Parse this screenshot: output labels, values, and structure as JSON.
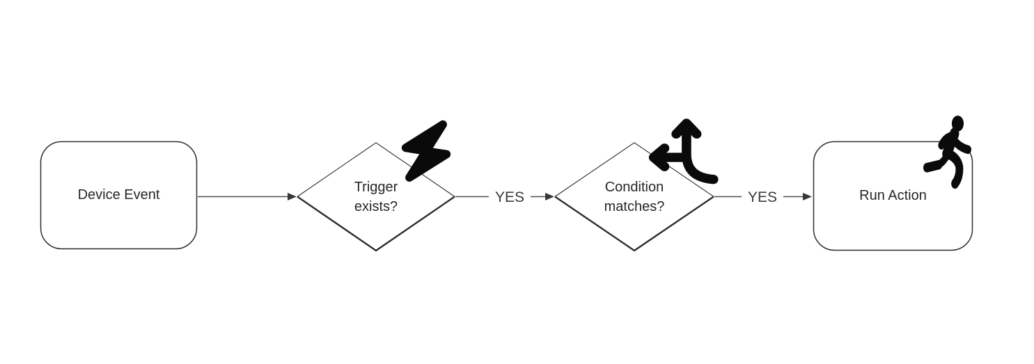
{
  "diagram": {
    "type": "flowchart",
    "direction": "left-to-right",
    "nodes": [
      {
        "id": "device-event",
        "shape": "rounded-rect",
        "label": "Device Event",
        "icon": null
      },
      {
        "id": "trigger-exists",
        "shape": "decision-diamond",
        "label": "Trigger exists?",
        "icon": "bolt-icon"
      },
      {
        "id": "condition-matches",
        "shape": "decision-diamond",
        "label": "Condition matches?",
        "icon": "split-arrows-icon"
      },
      {
        "id": "run-action",
        "shape": "rounded-rect",
        "label": "Run Action",
        "icon": "person-running-icon"
      }
    ],
    "edges": [
      {
        "from": "device-event",
        "to": "trigger-exists",
        "label": ""
      },
      {
        "from": "trigger-exists",
        "to": "condition-matches",
        "label": "YES"
      },
      {
        "from": "condition-matches",
        "to": "run-action",
        "label": "YES"
      }
    ],
    "colors": {
      "background": "#ffffff",
      "shape_stroke": "#2d2d2d",
      "shape_fill": "#ffffff",
      "text": "#262626",
      "edge_label_text": "#3a3a3a",
      "arrow_line": "#4d4d4d",
      "arrow_head": "#383838",
      "icon": "#0a0a0a"
    }
  }
}
